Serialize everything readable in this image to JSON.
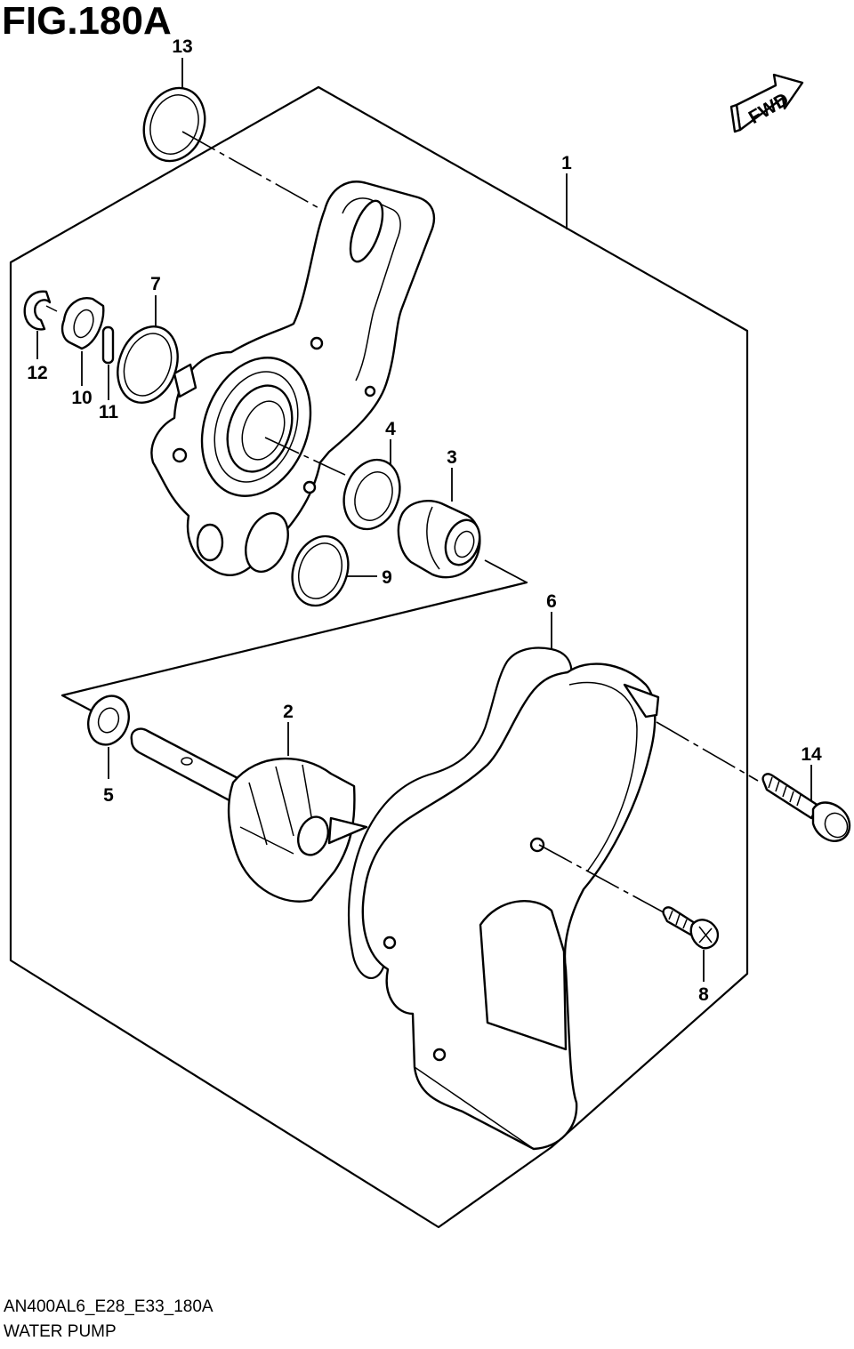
{
  "figure": {
    "title": "FIG.180A",
    "model_code": "AN400AL6_E28_E33_180A",
    "caption": "WATER PUMP",
    "direction_badge": "FWD"
  },
  "callouts": [
    {
      "id": "1",
      "label": "1"
    },
    {
      "id": "2",
      "label": "2"
    },
    {
      "id": "3",
      "label": "3"
    },
    {
      "id": "4",
      "label": "4"
    },
    {
      "id": "5",
      "label": "5"
    },
    {
      "id": "6",
      "label": "6"
    },
    {
      "id": "7",
      "label": "7"
    },
    {
      "id": "8",
      "label": "8"
    },
    {
      "id": "9",
      "label": "9"
    },
    {
      "id": "10",
      "label": "10"
    },
    {
      "id": "11",
      "label": "11"
    },
    {
      "id": "12",
      "label": "12"
    },
    {
      "id": "13",
      "label": "13"
    },
    {
      "id": "14",
      "label": "14"
    }
  ]
}
